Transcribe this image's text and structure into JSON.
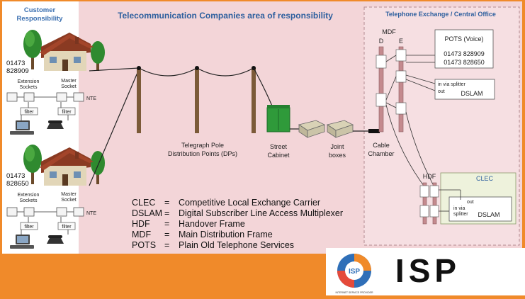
{
  "customer_area_title": [
    "Customer",
    "Responsibility"
  ],
  "main_title": "Telecommunication Companies area of responsibility",
  "exchange_title": "Telephone Exchange / Central Office",
  "houses": [
    {
      "number": [
        "01473",
        "828909"
      ],
      "extension_sockets": [
        "Extension",
        "Sockets"
      ],
      "master_socket": [
        "Master",
        "Socket"
      ],
      "nte": "NTE",
      "filter1": "filter",
      "filter2": "filter"
    },
    {
      "number": [
        "01473",
        "828650"
      ],
      "extension_sockets": [
        "Extension",
        "Sockets"
      ],
      "master_socket": [
        "Master",
        "Socket"
      ],
      "nte": "NTE",
      "filter1": "filter",
      "filter2": "filter"
    }
  ],
  "pole_label": [
    "Telegraph Pole",
    "Distribution Points (DPs)"
  ],
  "cabinet_label": [
    "Street",
    "Cabinet"
  ],
  "joint_label": [
    "Joint",
    "boxes"
  ],
  "chamber_label": [
    "Cable",
    "Chamber"
  ],
  "mdf": {
    "title": "MDF",
    "d": "D",
    "e": "E"
  },
  "pots": {
    "title": "POTS (Voice)",
    "numbers": [
      "01473 828909",
      "01473 828650"
    ]
  },
  "dslam_top": {
    "in_label": "in via splitter",
    "out_label": "out",
    "name": "DSLAM"
  },
  "hdf": "HDF",
  "clec": {
    "title": "CLEC",
    "out_label": "out",
    "in_label": [
      "in via",
      "splitter"
    ],
    "name": "DSLAM"
  },
  "legend": [
    {
      "abbr": "CLEC",
      "eq": "=",
      "desc": "Competitive Local Exchange Carrier"
    },
    {
      "abbr": "DSLAM",
      "eq": "=",
      "desc": "Digital Subscriber Line Access Multiplexer"
    },
    {
      "abbr": "HDF",
      "eq": "=",
      "desc": "Handover Frame"
    },
    {
      "abbr": "MDF",
      "eq": "=",
      "desc": "Main Distribution Frame"
    },
    {
      "abbr": "POTS",
      "eq": "=",
      "desc": "Plain Old Telephone Services"
    }
  ],
  "logo": {
    "badge": "ISP",
    "small": "INTERNET SERVICE PROVIDER",
    "text": "ISP"
  },
  "colors": {
    "background": "#f08a2a",
    "customer_area": "#ffffff",
    "telco_area": "#f3d5d8",
    "exchange_area": "#f6dfe2",
    "clec_area": "#eef2dc",
    "title_blue": "#2d5f9e"
  }
}
